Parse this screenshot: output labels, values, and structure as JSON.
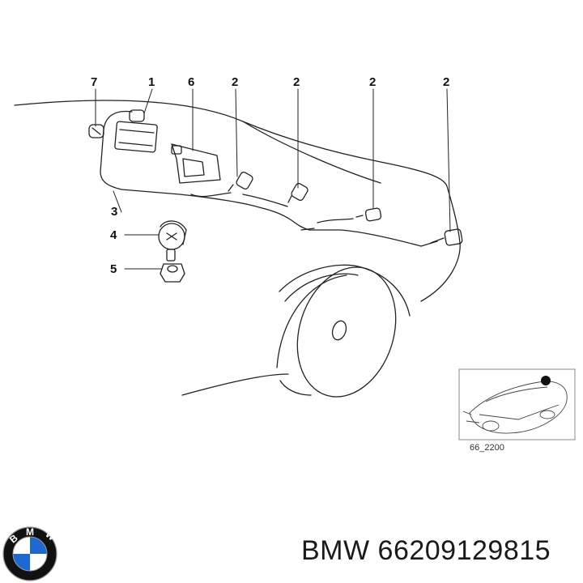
{
  "callouts": [
    {
      "id": "c7",
      "label": "7"
    },
    {
      "id": "c1",
      "label": "1"
    },
    {
      "id": "c6",
      "label": "6"
    },
    {
      "id": "c2a",
      "label": "2"
    },
    {
      "id": "c2b",
      "label": "2"
    },
    {
      "id": "c2c",
      "label": "2"
    },
    {
      "id": "c2d",
      "label": "2"
    },
    {
      "id": "c3",
      "label": "3"
    },
    {
      "id": "c4",
      "label": "4"
    },
    {
      "id": "c5",
      "label": "5"
    }
  ],
  "thumbnail": {
    "caption": "66_2200"
  },
  "footer": {
    "brand": "BMW",
    "part_number": "66209129815"
  },
  "logo": {
    "letters": [
      "B",
      "M",
      "W"
    ],
    "colors": {
      "ring": "#111111",
      "blue": "#1c69d4",
      "white": "#ffffff"
    }
  },
  "icons": [
    "bmw-logo-icon"
  ]
}
